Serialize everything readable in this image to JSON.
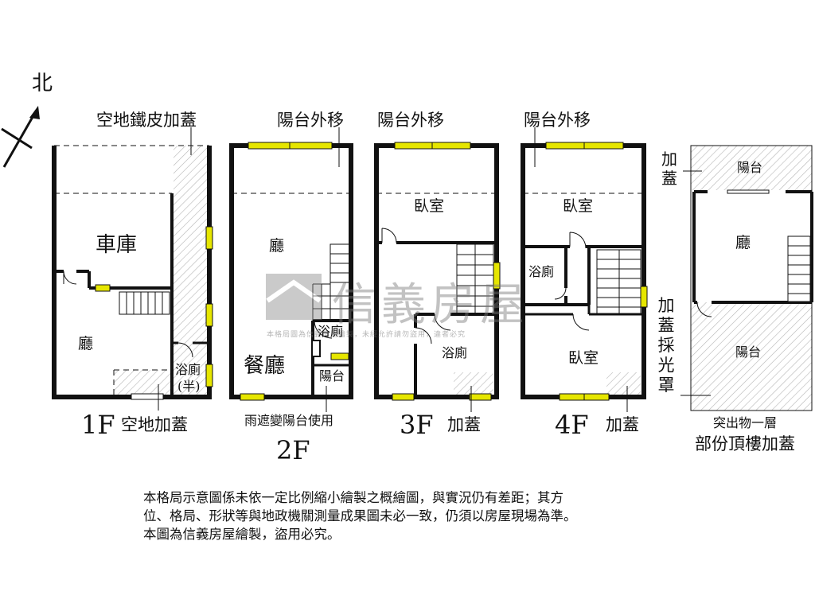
{
  "compass": {
    "label": "北"
  },
  "floors": {
    "f1": {
      "floor_label": "1F",
      "top_note": "空地鐵皮加蓋",
      "rooms": {
        "garage": "車庫",
        "hall": "廳",
        "bath": "浴廁",
        "bath_half": "(半)"
      },
      "bottom_note": "空地加蓋"
    },
    "f2": {
      "floor_label": "2F",
      "top_note": "陽台外移",
      "rooms": {
        "hall": "廳",
        "dining": "餐廳",
        "bath": "浴廁",
        "balcony": "陽台"
      },
      "bottom_note": "雨遮變陽台使用"
    },
    "f3": {
      "floor_label": "3F",
      "top_note": "陽台外移",
      "rooms": {
        "bedroom": "臥室",
        "bath": "浴廁"
      },
      "bottom_note": "加蓋"
    },
    "f4": {
      "floor_label": "4F",
      "top_note": "陽台外移",
      "rooms": {
        "bedroom_top": "臥室",
        "bath": "浴廁",
        "bedroom_bottom": "臥室"
      },
      "bottom_note": "加蓋"
    },
    "roof": {
      "side_note_top": "加蓋",
      "side_note_mid": "加蓋採光罩",
      "rooms": {
        "balcony_top": "陽台",
        "hall": "廳",
        "balcony_bottom": "陽台"
      },
      "bottom_note_1": "突出物一層",
      "bottom_note_2": "部份頂樓加蓋"
    }
  },
  "watermark": {
    "brand": "信義房屋",
    "notice": "本格局圖為信義房屋繪製，未經允許請勿盜用，違者必究"
  },
  "disclaimer": {
    "line1": "本格局示意圖係未依一定比例縮小繪製之概繪圖，與實況仍有差距；其方",
    "line2": "位、格局、形狀等與地政機關測量成果圖未必一致，仍須以房屋現場為準。",
    "line3": "本圖為信義房屋繪製，盜用必究。"
  },
  "colors": {
    "wall": "#111111",
    "window": "#e6e600",
    "hatch": "#b5b5b5",
    "watermark": "#8c8c8c"
  }
}
